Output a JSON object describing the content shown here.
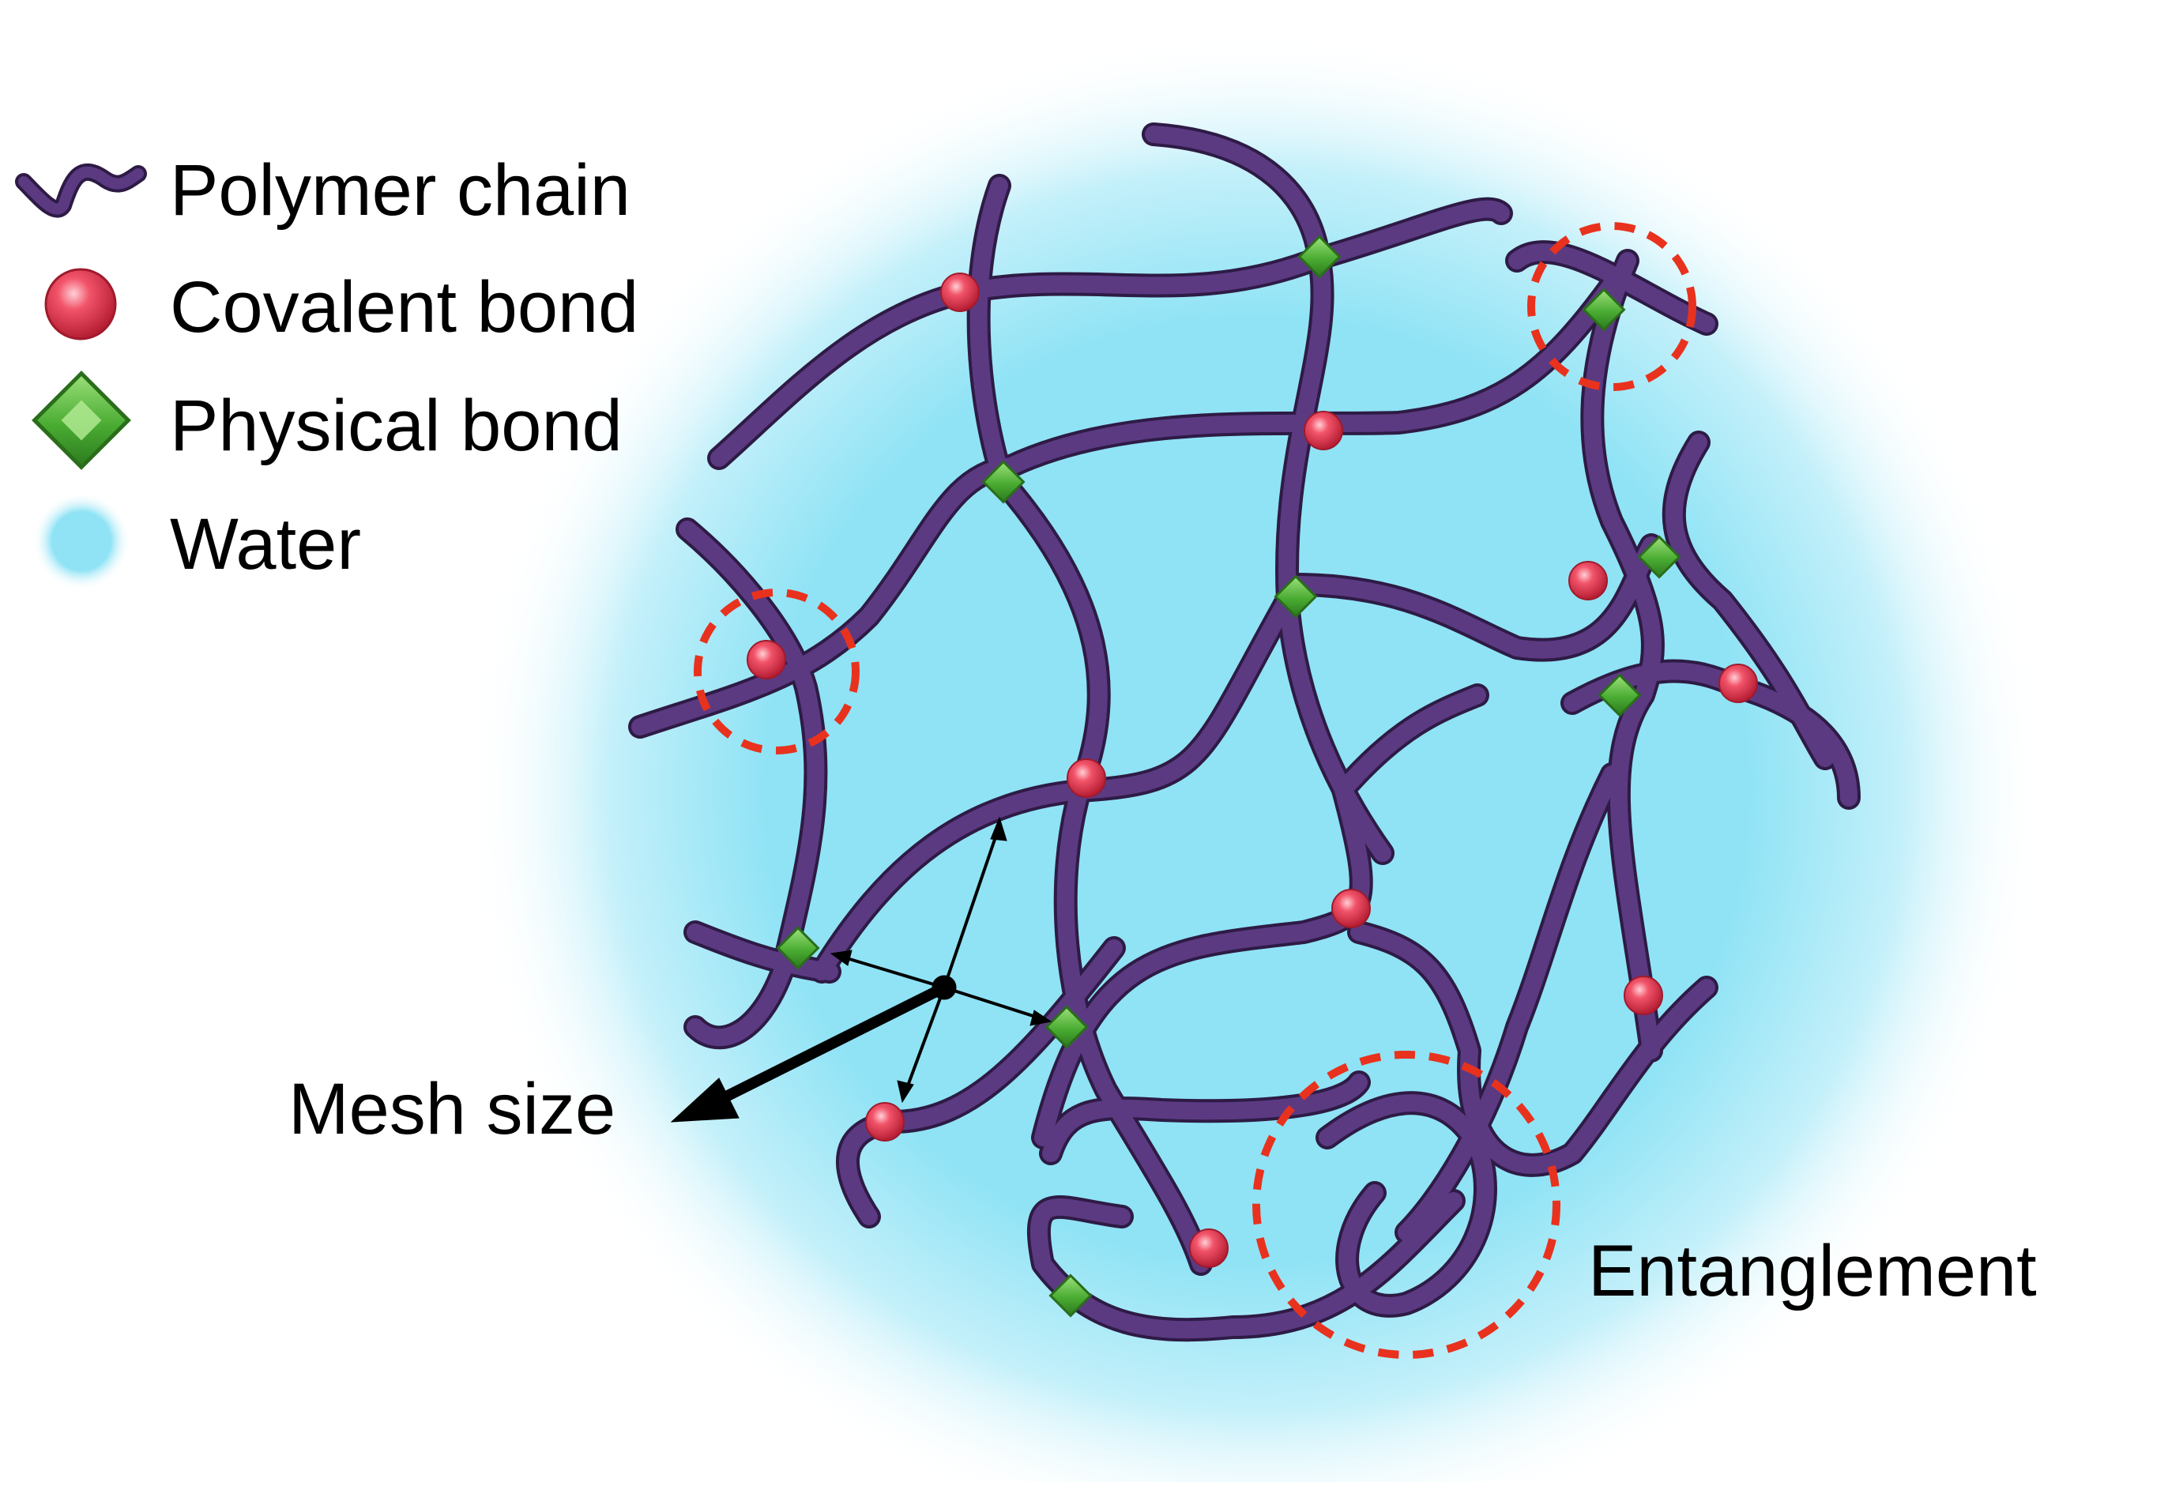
{
  "legend": {
    "items": [
      {
        "key": "polymer",
        "label": "Polymer chain",
        "icon": "polymer-chain-icon"
      },
      {
        "key": "covalent",
        "label": "Covalent bond",
        "icon": "covalent-bond-icon"
      },
      {
        "key": "physical",
        "label": "Physical bond",
        "icon": "physical-bond-icon"
      },
      {
        "key": "water",
        "label": "Water",
        "icon": "water-icon"
      }
    ]
  },
  "annotations": {
    "mesh_size": "Mesh size",
    "entanglement": "Entanglement"
  },
  "colors": {
    "chain": "#5b3a82",
    "chain_dark": "#2e1b45",
    "covalent": "#e8384f",
    "physical": "#3f9a2c",
    "water": "#8fe3f5",
    "highlight": "#e8321e"
  }
}
